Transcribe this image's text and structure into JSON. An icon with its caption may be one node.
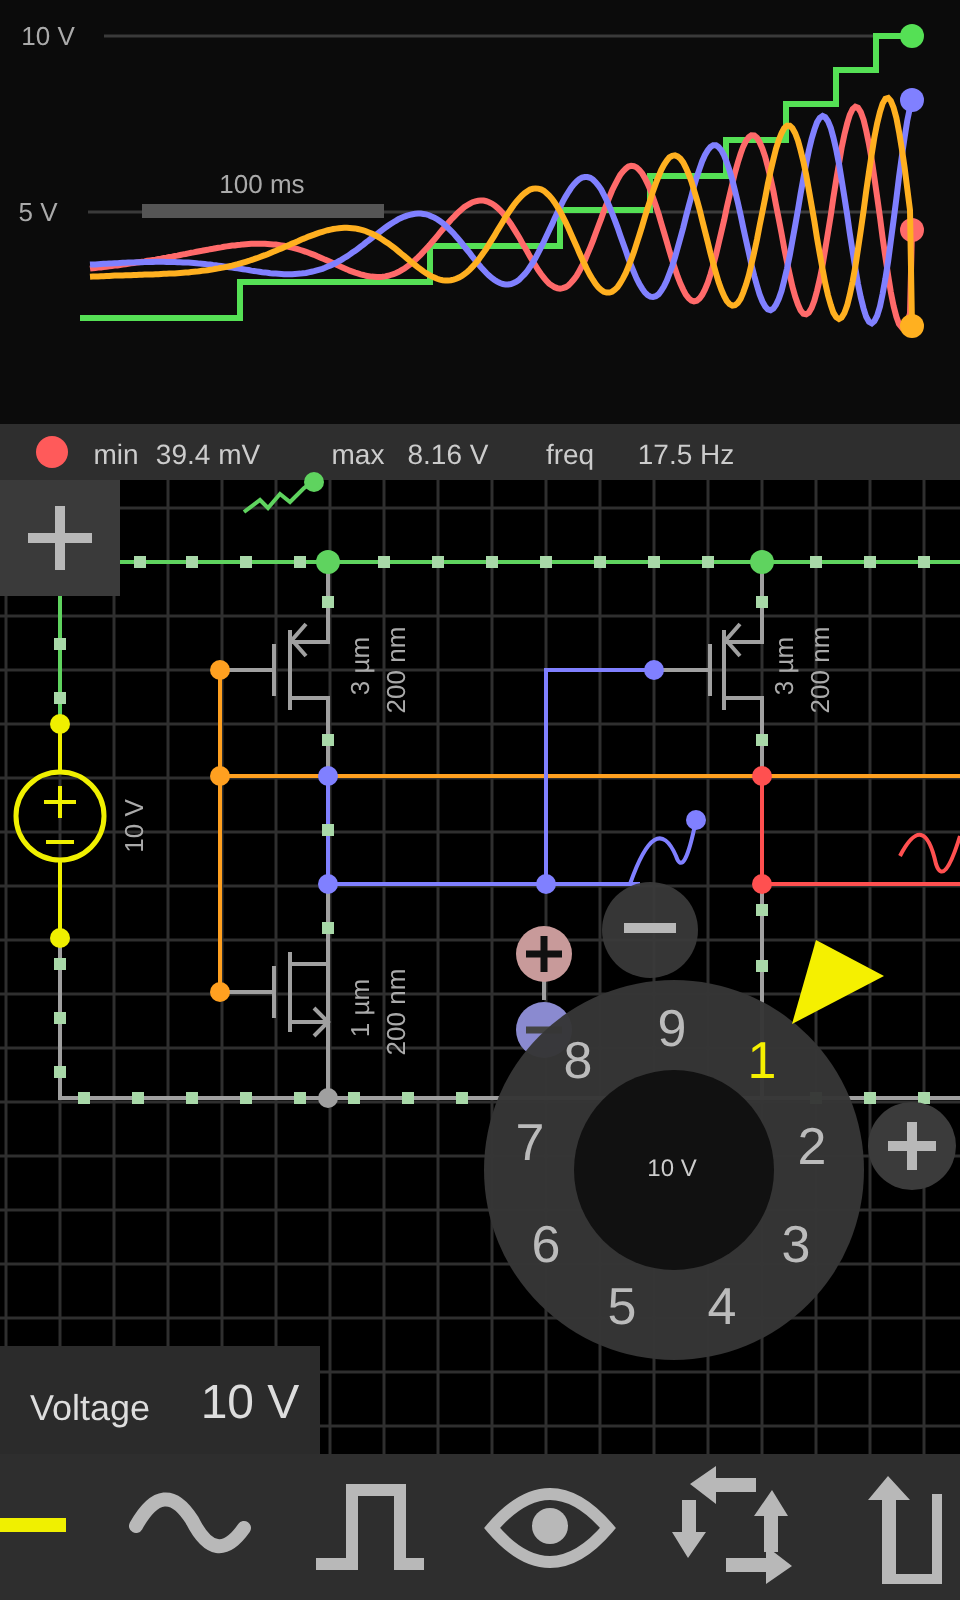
{
  "diagram": {
    "labels": [
      "10 V",
      "100 ms",
      "5 V",
      "min",
      "39.4 mV",
      "max",
      "8.16 V",
      "freq",
      "17.5 Hz",
      "3 µm",
      "200 nm",
      "3 µm",
      "200 nm",
      "10 V",
      "1 µm",
      "200 nm",
      "9",
      "8",
      "1",
      "7",
      "10 V",
      "2",
      "6",
      "3",
      "5",
      "4",
      "Voltage",
      "10 V"
    ]
  }
}
